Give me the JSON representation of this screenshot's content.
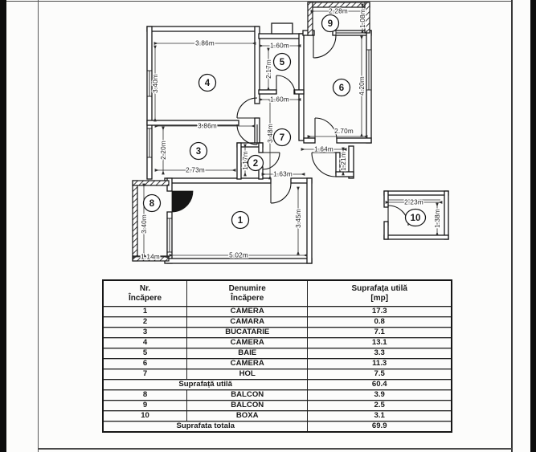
{
  "floor_plan": {
    "dims": [
      "2.28m",
      "1.08m",
      "3.86m",
      "3.40m",
      "1.60m",
      "2.17m",
      "4.20m",
      "1.60m",
      "3.86m",
      "2.70m",
      "2.20m",
      "3.48m",
      "1.64m",
      "2.73m",
      "1.17m",
      "1.21m",
      "1.63m",
      "3.40m",
      "3.45m",
      "1.14m",
      "5.02m",
      "2.23m",
      "1.38m"
    ],
    "rooms": [
      "1",
      "2",
      "3",
      "4",
      "5",
      "6",
      "7",
      "8",
      "9",
      "10"
    ]
  },
  "table": {
    "header": {
      "col1_line1": "Nr.",
      "col1_line2": "Încăpere",
      "col2_line1": "Denumire",
      "col2_line2": "Încăpere",
      "col3_line1": "Suprafața utilă",
      "col3_line2": "[mp]"
    },
    "rows": [
      {
        "nr": "1",
        "name": "CAMERA",
        "area": "17.3"
      },
      {
        "nr": "2",
        "name": "CAMARA",
        "area": "0.8"
      },
      {
        "nr": "3",
        "name": "BUCATARIE",
        "area": "7.1"
      },
      {
        "nr": "4",
        "name": "CAMERA",
        "area": "13.1"
      },
      {
        "nr": "5",
        "name": "BAIE",
        "area": "3.3"
      },
      {
        "nr": "6",
        "name": "CAMERA",
        "area": "11.3"
      },
      {
        "nr": "7",
        "name": "HOL",
        "area": "7.5"
      }
    ],
    "subtotal": {
      "label": "Suprafață utilă",
      "value": "60.4"
    },
    "rows2": [
      {
        "nr": "8",
        "name": "BALCON",
        "area": "3.9"
      },
      {
        "nr": "9",
        "name": "BALCON",
        "area": "2.5"
      },
      {
        "nr": "10",
        "name": "BOXA",
        "area": "3.1"
      }
    ],
    "total": {
      "label": "Suprafata totala",
      "value": "69.9"
    }
  }
}
